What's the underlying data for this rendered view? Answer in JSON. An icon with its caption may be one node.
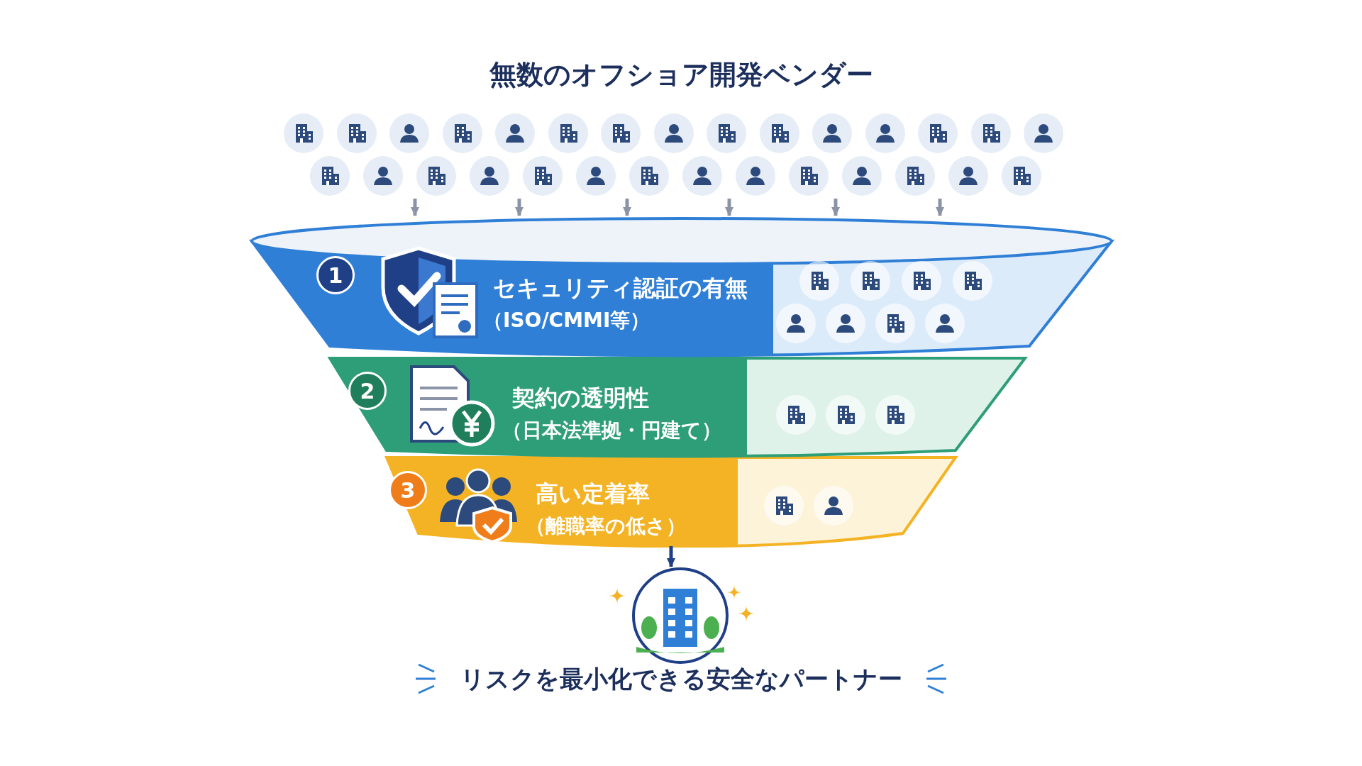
{
  "diagram": {
    "nodes": [
      {
        "text": [
          "無数のオフショア開発ベンダー"
        ]
      },
      {
        "text": [
          "1",
          "セキュリティ認証の有無",
          "（ISO/CMMI等）"
        ]
      },
      {
        "text": [
          "2",
          "契約の透明性",
          "（日本法準拠・円建て）"
        ]
      },
      {
        "text": [
          "3",
          "高い定着率",
          "（離職率の低さ）"
        ]
      },
      {
        "text": [
          "リスクを最小化できる安全なパートナー"
        ]
      }
    ],
    "edges": [
      {
        "from": 0,
        "to": 1,
        "arrow": "to"
      },
      {
        "from": 0,
        "to": 1,
        "arrow": "to"
      },
      {
        "from": 0,
        "to": 1,
        "arrow": "to"
      },
      {
        "from": 0,
        "to": 1,
        "arrow": "to"
      },
      {
        "from": 0,
        "to": 1,
        "arrow": "to"
      },
      {
        "from": 0,
        "to": 1,
        "arrow": "to"
      },
      {
        "from": 3,
        "to": 4,
        "arrow": "to",
        "color": "#1f3f86"
      }
    ]
  }
}
